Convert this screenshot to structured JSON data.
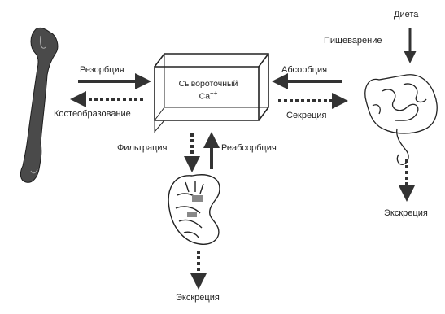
{
  "center_box": {
    "line1": "Сывороточный",
    "line2": "Ca",
    "superscript": "++"
  },
  "labels": {
    "resorption": "Резорбция",
    "bone_formation": "Костеобразование",
    "absorption": "Абсорбция",
    "secretion": "Секреция",
    "filtration": "Фильтрация",
    "reabsorption": "Реабсорбция",
    "diet": "Диета",
    "digestion": "Пищеварение",
    "excretion_gut": "Экскреция",
    "excretion_kidney": "Экскреция"
  },
  "organs": [
    "bone-icon",
    "kidney-icon",
    "intestine-icon"
  ],
  "colors": {
    "ink": "#222222",
    "box_face": "#ffffff"
  }
}
